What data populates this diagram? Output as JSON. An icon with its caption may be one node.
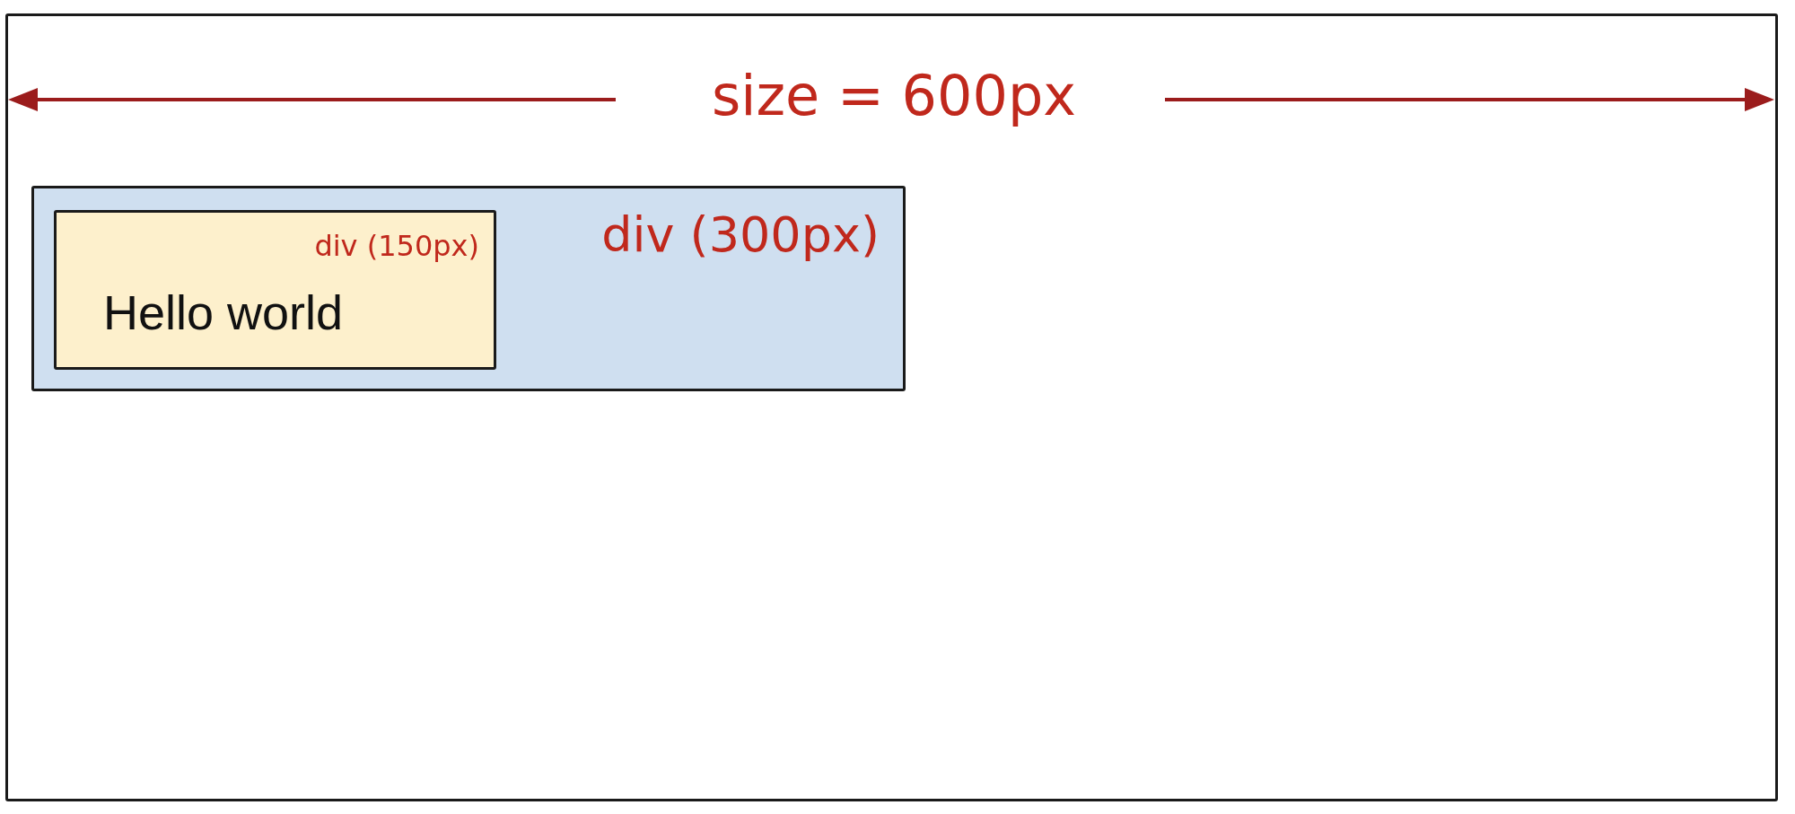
{
  "diagram": {
    "nodes": [
      {
        "text": [],
        "shape": "box"
      },
      {
        "text": [
          "div (300px)"
        ],
        "in": 0
      },
      {
        "text": [
          "div (150px)",
          "Hello world"
        ],
        "in": 1
      }
    ],
    "labels": [
      "size = 600px"
    ]
  }
}
